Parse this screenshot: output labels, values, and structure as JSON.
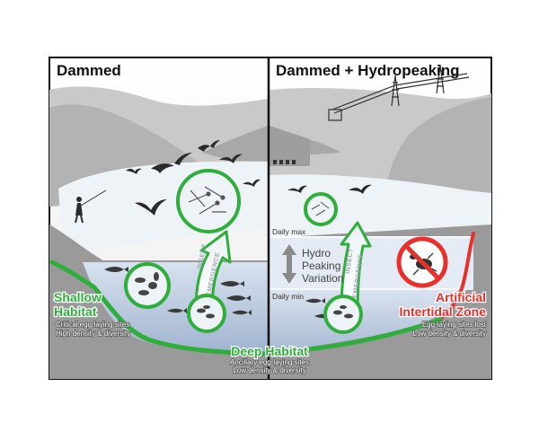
{
  "panels": {
    "left_title": "Dammed",
    "right_title": "Dammed + Hydropeaking"
  },
  "labels": {
    "shallow_habitat_line1": "Shallow",
    "shallow_habitat_line2": "Habitat",
    "shallow_desc_line1": "Critical egg-laying sites",
    "shallow_desc_line2": "High density & diversity",
    "deep_habitat": "Deep Habitat",
    "deep_desc_line1": "Ancillary egg-laying sites",
    "deep_desc_line2": "Low density & diversity",
    "artificial_line1": "Artificial",
    "artificial_line2": "Intertidal Zone",
    "artificial_desc_line1": "Egg-laying sites lost",
    "artificial_desc_line2": "Low density & diversity",
    "hydro_line1": "Hydro",
    "hydro_line2": "Peaking",
    "hydro_line3": "Variation",
    "daily_max": "Daily max",
    "daily_min": "Daily min",
    "emergence_word1": "INSECT",
    "emergence_word2": "EMERGENCE"
  },
  "colors": {
    "habitat_green": "#2fae3c",
    "warning_red": "#e8302b",
    "water_blue": "#c3d2e6",
    "rock_gray": "#8f8f8f"
  },
  "icons": {
    "no_insects": "prohibited-insect-icon",
    "emergence": "up-arrow-icon"
  }
}
